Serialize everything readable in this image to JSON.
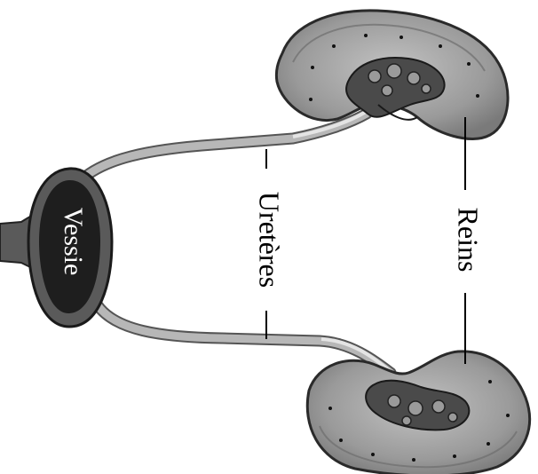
{
  "labels": {
    "bladder": "Vessie",
    "ureters": "Uretères",
    "kidneys": "Reins"
  },
  "colors": {
    "tissue": "#8f8f8f",
    "tissue_light": "#b3b3b3",
    "tissue_dark": "#555555",
    "bladder_outer": "#5a5a5a",
    "bladder_inner": "#1e1e1e",
    "ureter_fill": "#b5b5b5",
    "ureter_highlight": "#e2e2e2",
    "line": "#000000",
    "label_on_dark": "#ffffff"
  }
}
